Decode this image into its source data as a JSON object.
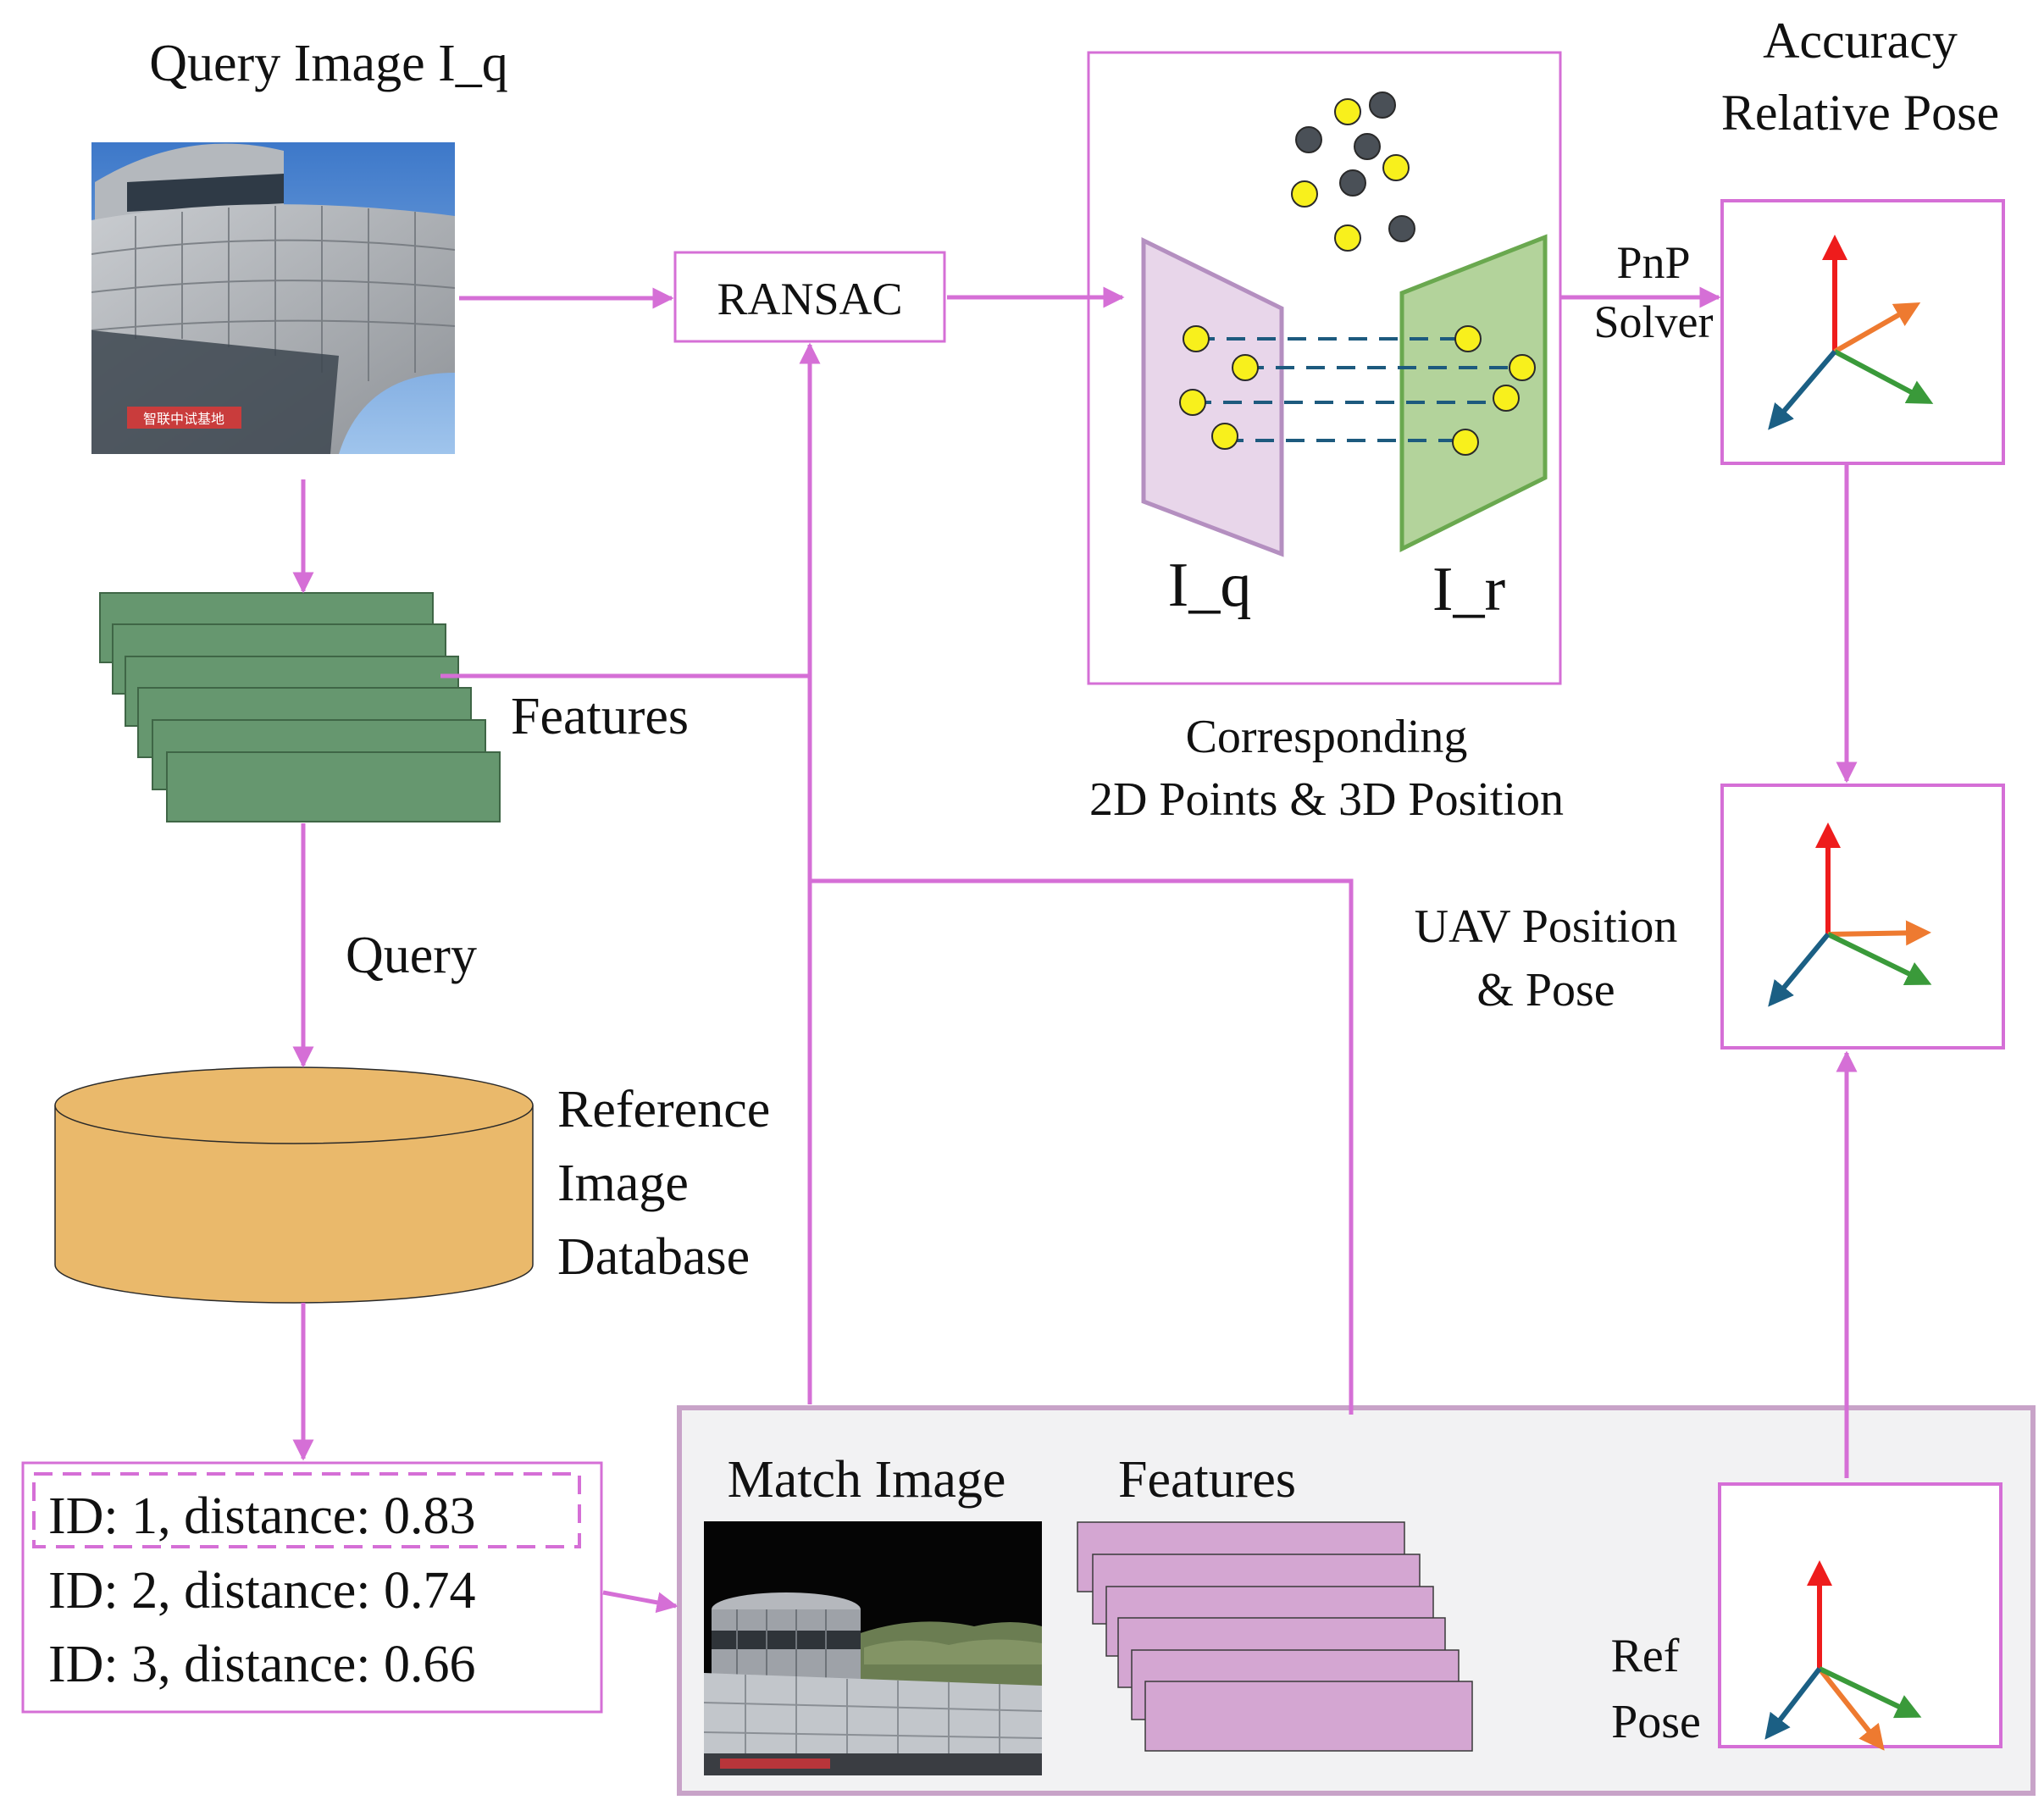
{
  "labels": {
    "query_image": "Query Image I_q",
    "features_query": "Features",
    "query": "Query",
    "ref_db": [
      "Reference",
      "Image",
      "Database"
    ],
    "ransac": "RANSAC",
    "iq": "I_q",
    "ir": "I_r",
    "corresponding": [
      "Corresponding",
      "2D Points & 3D Position"
    ],
    "accuracy": [
      "Accuracy",
      "Relative Pose"
    ],
    "pnp": [
      "PnP",
      "Solver"
    ],
    "uav": [
      "UAV Position",
      "& Pose"
    ],
    "match_image": "Match Image",
    "features_match": "Features",
    "ref_pose": [
      "Ref",
      "Pose"
    ]
  },
  "photo_text": {
    "query_sign": "智联中试基地"
  },
  "results": [
    "ID: 1, distance: 0.83",
    "ID: 2, distance: 0.74",
    "ID: 3, distance: 0.66"
  ],
  "colors": {
    "arrow": "#d56fd6",
    "green_stack": "#66976f",
    "purple_stack": "#d4a6d2",
    "database": "#eab96b",
    "plane_q": "#e8d6ea",
    "plane_r": "#b3d39b",
    "keypoint": "#f8f01c",
    "point_dark": "#4a5057",
    "match_line": "#1d5a7e",
    "axis_red": "#ee1c1c",
    "axis_orange": "#ee7a30",
    "axis_green": "#3a9a3a",
    "axis_blue": "#1b5f84",
    "panel_bg": "#f2f2f3",
    "panel_border": "#c8a3c8"
  },
  "icons": {
    "query_photo": "building-photo-icon",
    "match_photo": "rendered-building-photo-icon",
    "pose_axes": "coordinate-axes-icon"
  }
}
